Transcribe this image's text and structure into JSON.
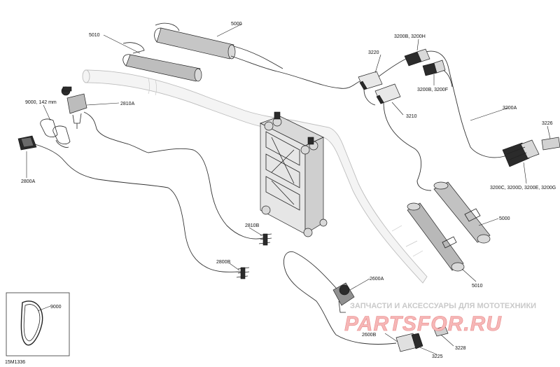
{
  "diagram_id": "15M1336",
  "labels": {
    "l5000_top": "5000",
    "l5010_top": "5010",
    "l3200bh": "3200B, 3200H",
    "l3220": "3220",
    "l3200bf": "3200B, 3200F",
    "l3210": "3210",
    "l3200a": "3200A",
    "l3226": "3226",
    "l3200c": "3200C, 3200D, 3200E, 3200G",
    "l9000_142": "9000, 142 mm",
    "l2810a": "2810A",
    "l2800a": "2800A",
    "l2810b": "2810B",
    "l2800b_left": "2800B",
    "l5000_right": "5000",
    "l5010_bottom": "5010",
    "l2600a": "2600A",
    "l2600b": "2600B",
    "l3228": "3228",
    "l3225": "3225",
    "l9000_inset": "9000"
  },
  "watermark": {
    "line1": "ЗАПЧАСТИ И АКСЕССУАРЫ ДЛЯ МОТОТЕХНИКИ",
    "line2": "PARTSFOR.RU"
  }
}
